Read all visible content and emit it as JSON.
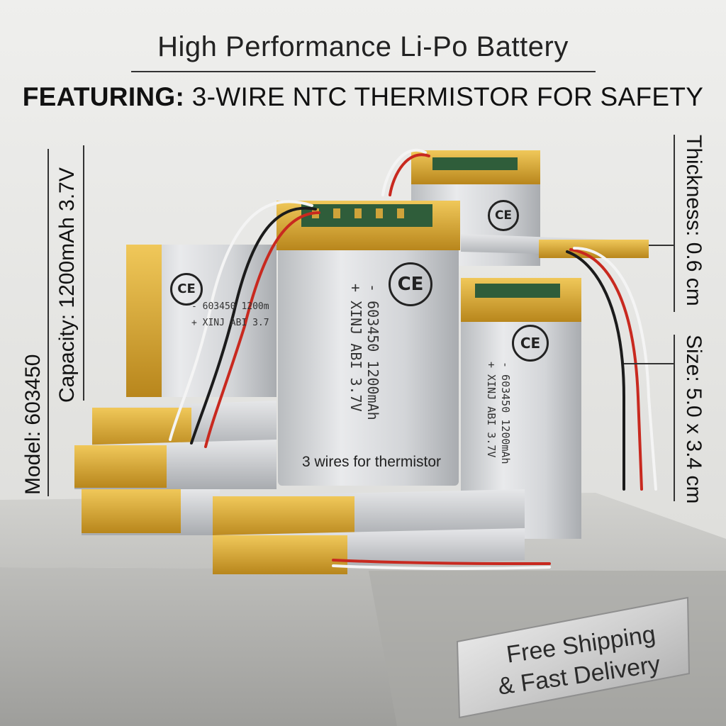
{
  "header": {
    "title": "High Performance Li-Po Battery",
    "subtitle_lead": "FEATURING:",
    "subtitle_rest": " 3-WIRE NTC THERMISTOR FOR SAFETY"
  },
  "specs_left": {
    "model": "Model: 603450",
    "capacity": "Capacity: 1200mAh 3.7V"
  },
  "specs_right": {
    "thickness": "Thickness: 0.6 cm",
    "size": "Size: 5.0 x 3.4 cm"
  },
  "battery_label": {
    "model_line": "- 603450 1200mAh",
    "brand_line": "+ XINJ ABI 3.7V",
    "ce_mark": "CE",
    "thermistor_note": "3 wires for thermistor"
  },
  "back_label": {
    "model_line": "- 603450 1200m",
    "brand_line": "+ XINJ ABI 3.7"
  },
  "right_label": {
    "model_line": "- 603450 1200mAh",
    "brand_line": "+ XINJ ABI 3.7V"
  },
  "plate": {
    "line1": "Free Shipping",
    "line2": "& Fast Delivery"
  },
  "colors": {
    "background": "#e7e7e5",
    "battery_silver": "#cfd1d3",
    "kapton_gold": "#d9a92a",
    "wire_red": "#c8291f",
    "wire_black": "#1b1b1b",
    "wire_white": "#f4f4f4",
    "pedestal": "#b9b9b7"
  }
}
